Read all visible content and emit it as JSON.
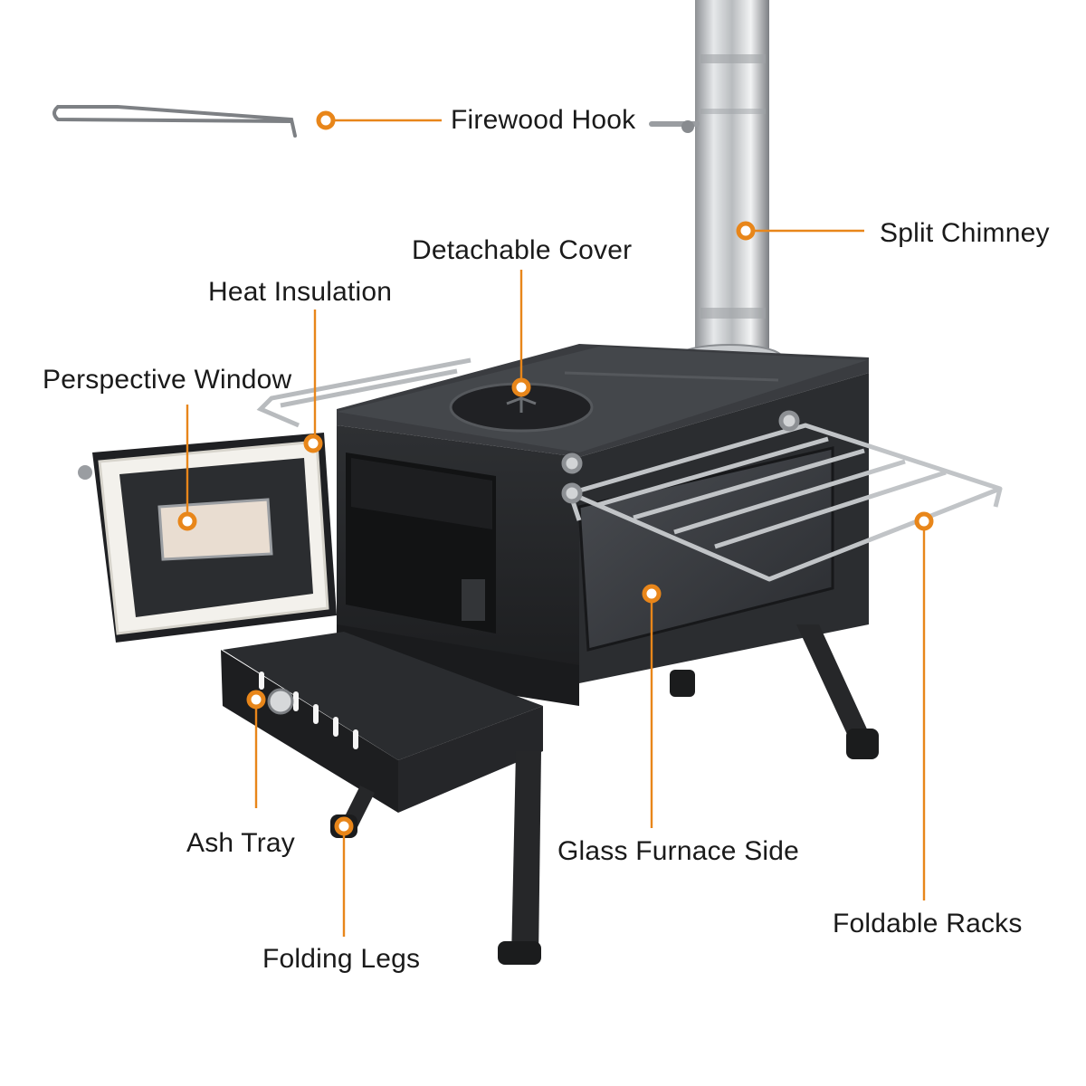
{
  "accent_color": "#E8861A",
  "callouts": {
    "firewood_hook": "Firewood Hook",
    "split_chimney": "Split Chimney",
    "detachable_cover": "Detachable Cover",
    "heat_insulation": "Heat Insulation",
    "perspective_window": "Perspective Window",
    "ash_tray": "Ash Tray",
    "glass_furnace_side": "Glass Furnace Side",
    "foldable_racks": "Foldable Racks",
    "folding_legs": "Folding Legs"
  }
}
